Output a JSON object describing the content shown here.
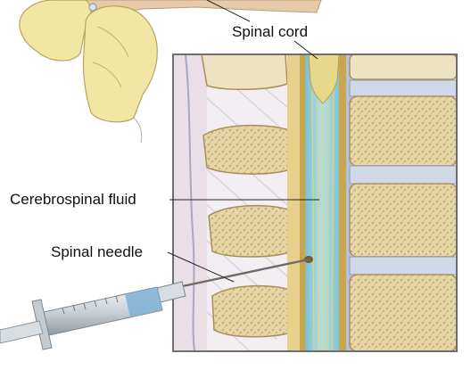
{
  "labels": {
    "spinal_cord": "Spinal cord",
    "cerebrospinal_fluid": "Cerebrospinal fluid",
    "spinal_needle": "Spinal needle"
  },
  "colors": {
    "bone": "#ede2c1",
    "bone_spongy": "#d9c48e",
    "ligament": "#e9e6ea",
    "csf_blue": "#9fd3df",
    "spinal_cord": "#e8d88a",
    "skin": "#e6c9a8",
    "glove": "#f2e6a4",
    "disc": "#cfd8e6",
    "frame": "#6e6e6e",
    "leader_line": "#222222"
  }
}
